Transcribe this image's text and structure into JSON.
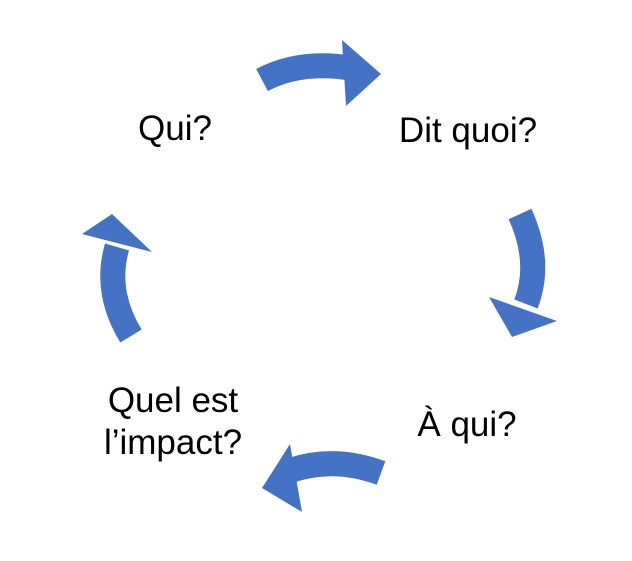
{
  "colors": {
    "arrow": "#4472C4",
    "text": "#000000"
  },
  "cycle": {
    "steps": [
      {
        "label": "Qui?"
      },
      {
        "label": "Dit quoi?"
      },
      {
        "label": "À qui?"
      },
      {
        "label_line1": "Quel est",
        "label_line2": "l’impact?"
      }
    ]
  }
}
